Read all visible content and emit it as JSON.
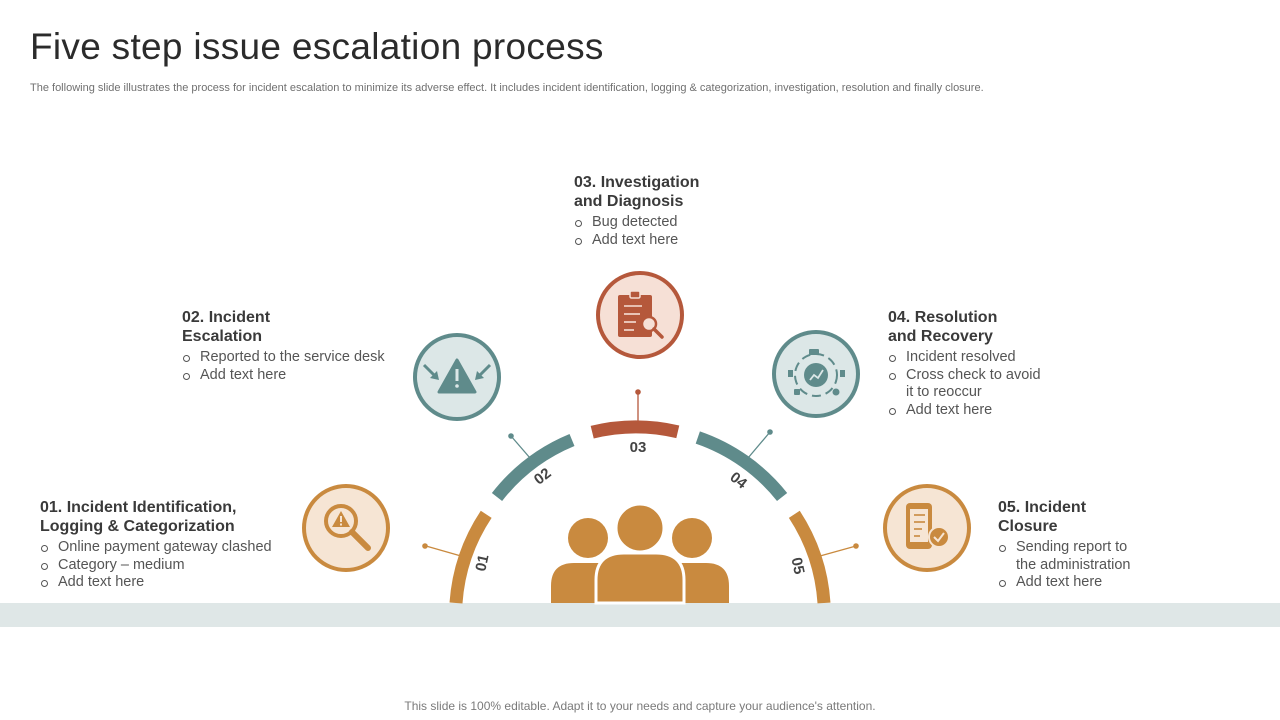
{
  "title": "Five step issue escalation process",
  "subtitle": "The following slide illustrates the process for incident escalation to minimize its adverse effect. It includes incident identification, logging & categorization, investigation, resolution and finally closure.",
  "footer": "This slide is 100% editable. Adapt it to your needs and capture your audience's attention.",
  "colors": {
    "gold": "#c98a3f",
    "teal": "#5f8b8b",
    "rust": "#b5583b",
    "band": "#dfe7e7"
  },
  "steps": [
    {
      "number": "01",
      "title": "01. Incident Identification,\nLogging & Categorization",
      "bullets": [
        "Online payment gateway clashed",
        "Category – medium",
        "Add text here"
      ],
      "icon": "warning-magnifier-icon",
      "color": "gold"
    },
    {
      "number": "02",
      "title": "02. Incident\nEscalation",
      "bullets": [
        "Reported to the service desk",
        "Add text here"
      ],
      "icon": "alert-triangle-arrows-icon",
      "color": "teal"
    },
    {
      "number": "03",
      "title": "03. Investigation\nand Diagnosis",
      "bullets": [
        "Bug detected",
        "Add text here"
      ],
      "icon": "clipboard-search-icon",
      "color": "rust"
    },
    {
      "number": "04",
      "title": "04. Resolution\nand Recovery",
      "bullets": [
        "Incident resolved",
        "Cross check to avoid\nit to reoccur",
        "Add text here"
      ],
      "icon": "gear-growth-cycle-icon",
      "color": "teal"
    },
    {
      "number": "05",
      "title": "05. Incident\nClosure",
      "bullets": [
        "Sending report to\nthe administration",
        "Add text here"
      ],
      "icon": "phone-checklist-icon",
      "color": "gold"
    }
  ],
  "center_icon": "team-people-icon"
}
